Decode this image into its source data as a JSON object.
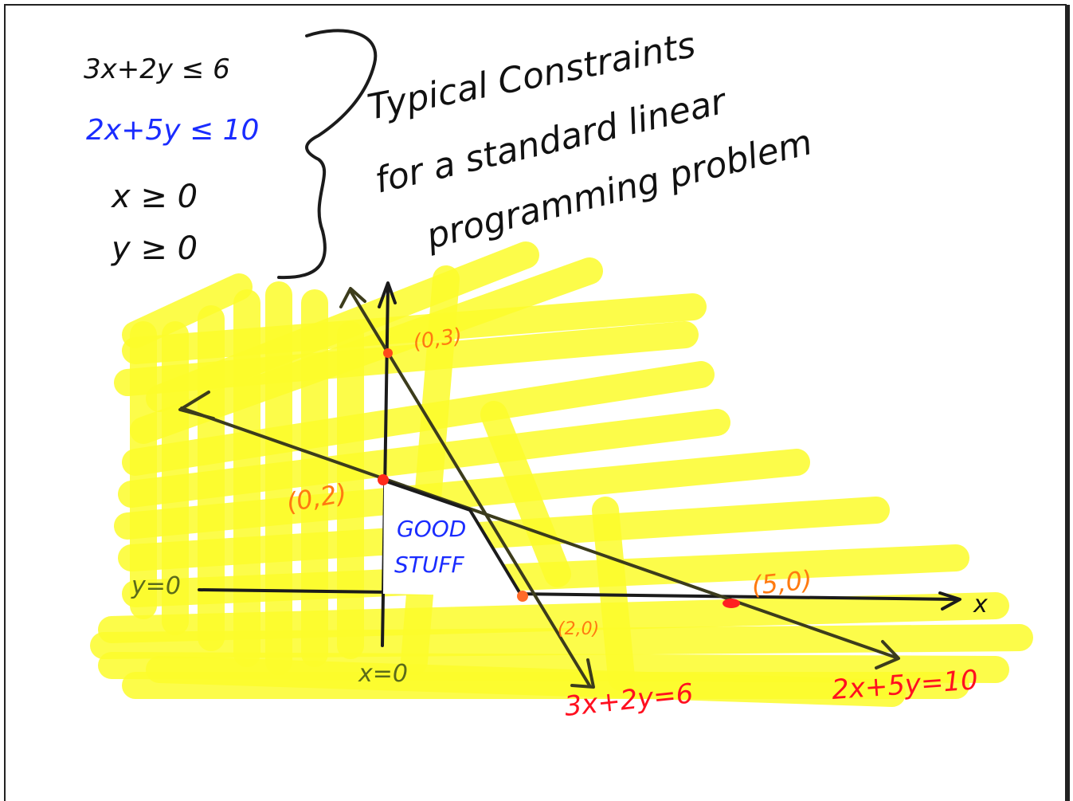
{
  "colors": {
    "highlight": "#fbfb2a",
    "ink_black": "#111111",
    "ink_blue": "#1a2cff",
    "ink_orange": "#ff7a10",
    "ink_red": "#ff1020",
    "ink_olive": "#5b6b1a",
    "frame": "#222222"
  },
  "constraints": {
    "c1": "3x+2y ≤ 6",
    "c2": "2x+5y ≤ 10",
    "c3": "x ≥ 0",
    "c4": "y ≥ 0"
  },
  "note": {
    "line1": "Typical Constraints",
    "line2": "for a standard linear",
    "line3": "programming problem"
  },
  "region_label": {
    "line1": "GOOD",
    "line2": "STUFF"
  },
  "points": {
    "p03": "(0,3)",
    "p02": "(0,2)",
    "p20": "(2,0)",
    "p50": "(5,0)"
  },
  "axes": {
    "x_axis_label": "x",
    "y0_label": "y=0",
    "x0_label": "x=0"
  },
  "lines": {
    "line1_label": "3x+2y=6",
    "line2_label": "2x+5y=10"
  }
}
